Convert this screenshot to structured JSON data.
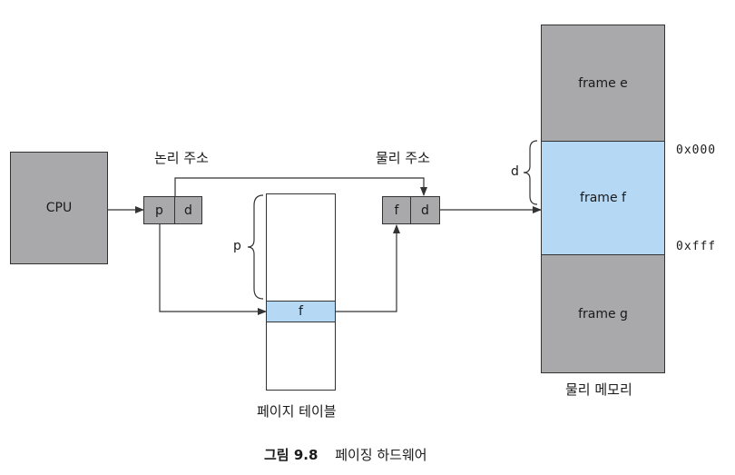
{
  "cpu": {
    "label": "CPU"
  },
  "logical_address": {
    "label": "논리 주소",
    "p": "p",
    "d": "d"
  },
  "physical_address": {
    "label": "물리 주소",
    "f": "f",
    "d": "d"
  },
  "page_table": {
    "label": "페이지 테이블",
    "entry": "f",
    "brace_label": "p"
  },
  "physical_memory": {
    "label": "물리 메모리",
    "frames": [
      "frame e",
      "frame f",
      "frame g"
    ],
    "start_addr": "0x000",
    "end_addr": "0xfff",
    "brace_label": "d"
  },
  "caption": {
    "number": "그림 9.8",
    "text": "페이징 하드웨어"
  },
  "colors": {
    "gray": "#a9a9ab",
    "blue": "#b5d8f4",
    "stroke": "#333333"
  }
}
